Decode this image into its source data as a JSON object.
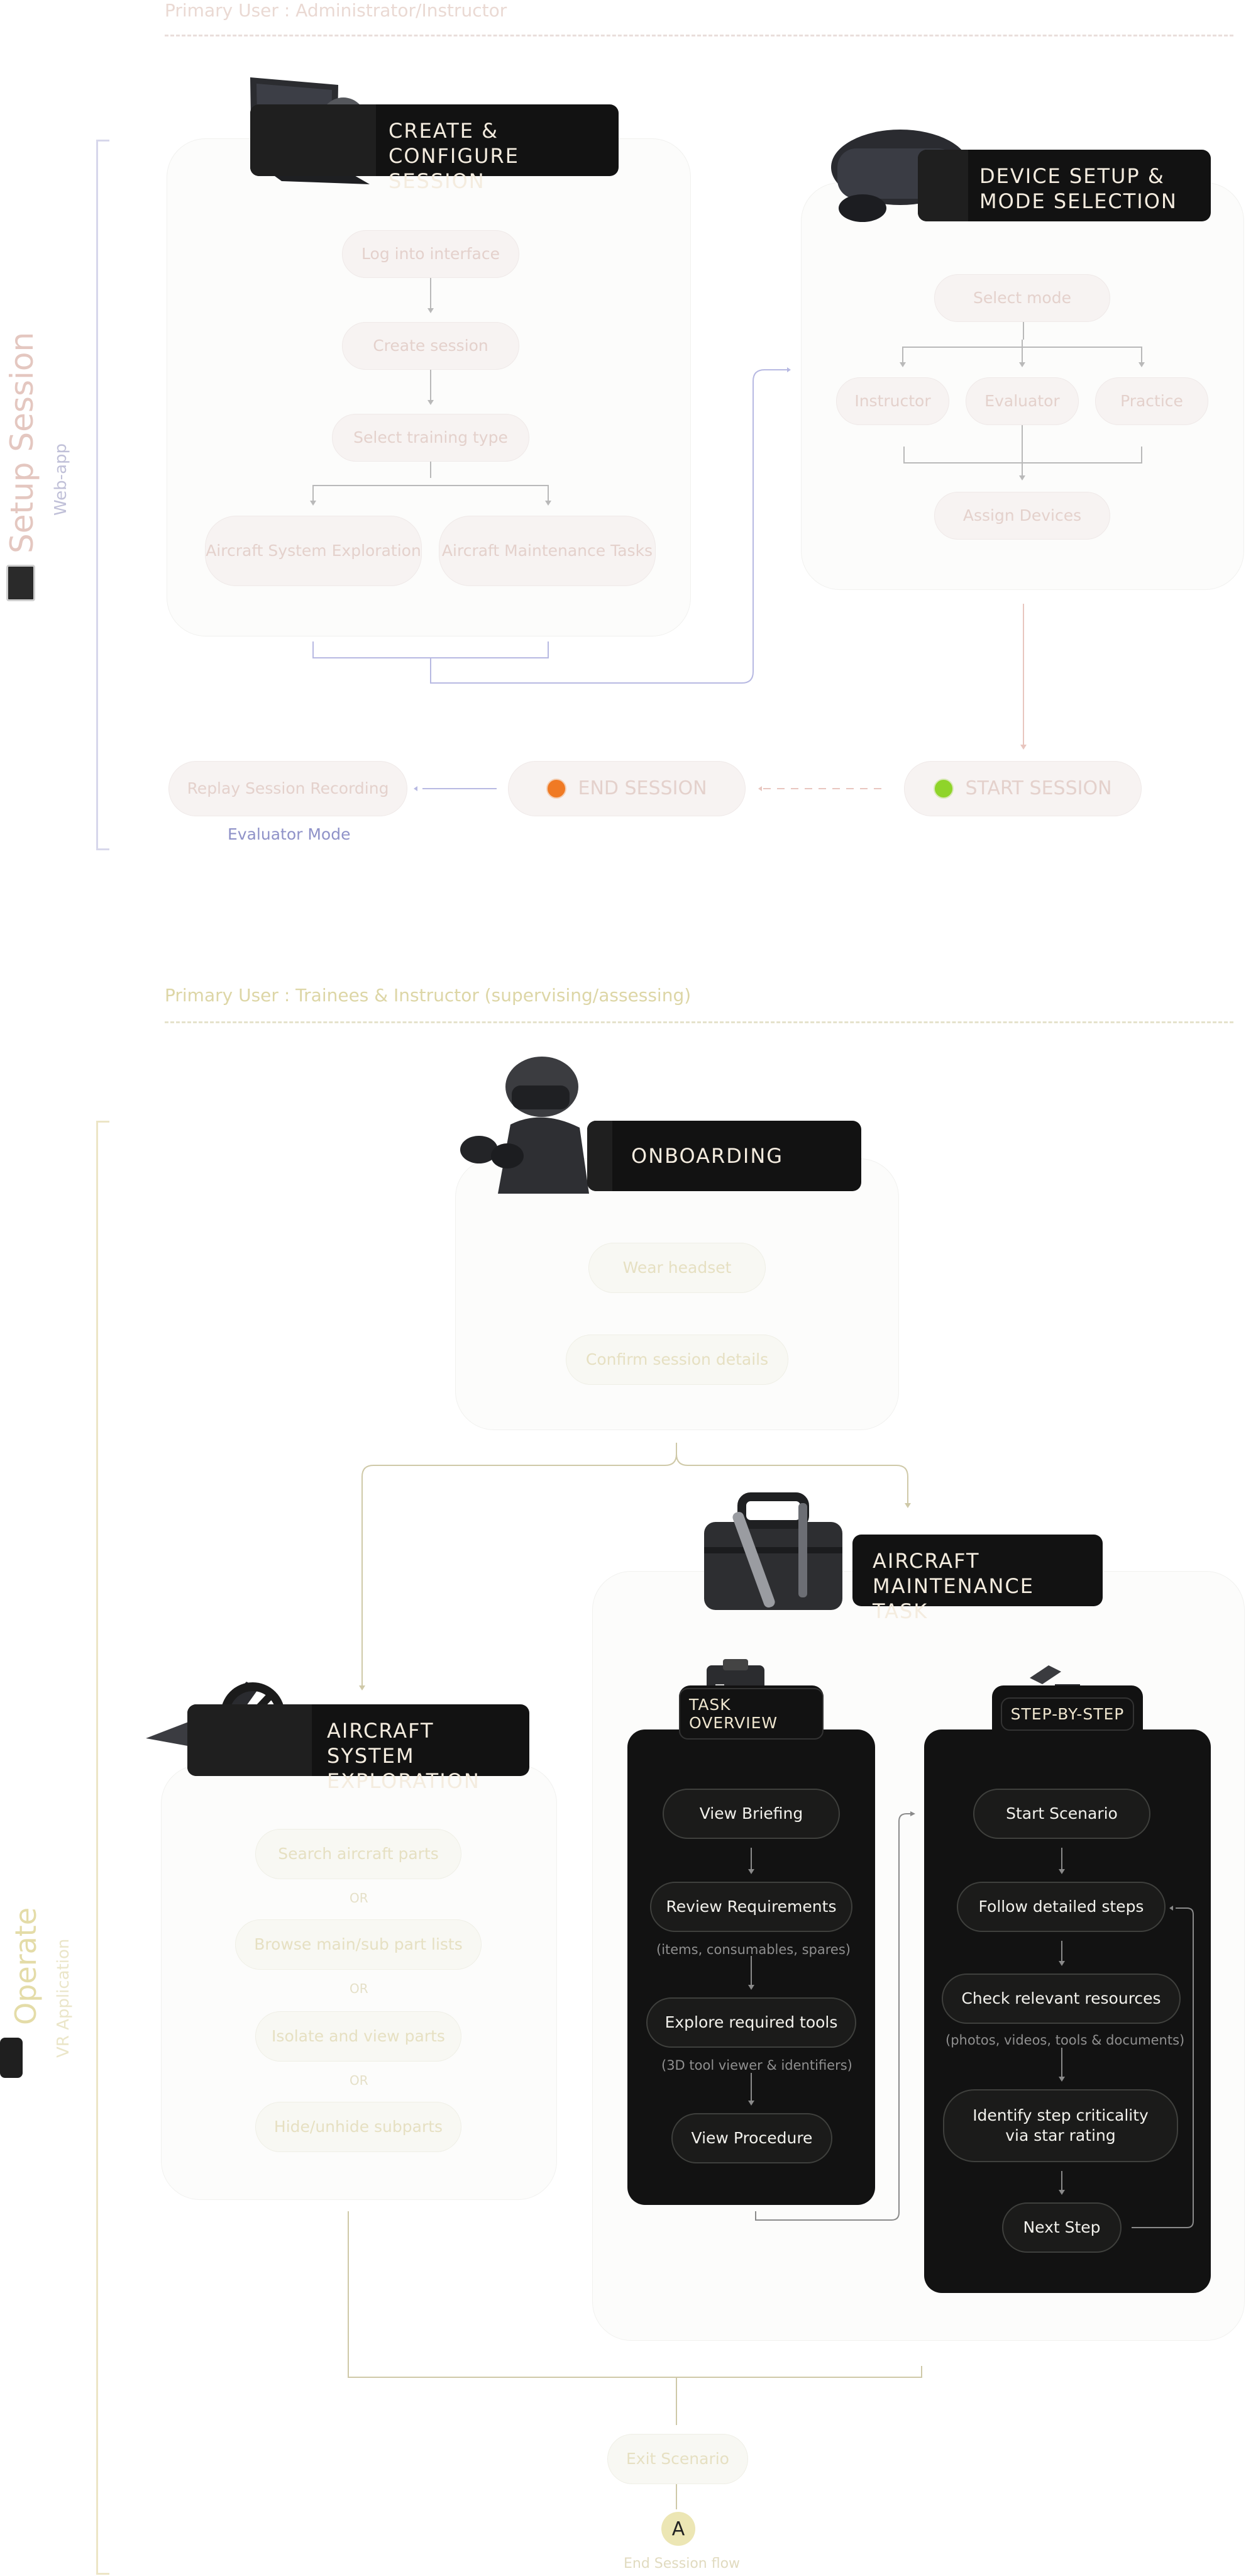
{
  "setup": {
    "primary_user": "Primary User : Administrator/Instructor",
    "section_title": "Setup Session",
    "section_subtitle": "Web-app",
    "create_label": "CREATE & CONFIGURE SESSION",
    "create_steps": [
      "Log into interface",
      "Create session",
      "Select training type"
    ],
    "training_types": [
      "Aircraft System Exploration",
      "Aircraft Maintenance Tasks"
    ],
    "device_label": "DEVICE SETUP & MODE SELECTION",
    "select_mode": "Select mode",
    "modes": [
      "Instructor",
      "Evaluator",
      "Practice"
    ],
    "assign_devices": "Assign Devices",
    "start_session": "START SESSION",
    "end_session": "END SESSION",
    "replay": "Replay Session Recording",
    "evaluator_mode": "Evaluator Mode"
  },
  "operate": {
    "primary_user": "Primary User : Trainees & Instructor (supervising/assessing)",
    "section_title": "Operate",
    "section_subtitle": "VR Application",
    "onboarding_label": "ONBOARDING",
    "onboarding_steps": [
      "Wear headset",
      "Confirm session details"
    ],
    "exploration_label": "AIRCRAFT SYSTEM EXPLORATION",
    "exploration_steps": [
      "Search aircraft parts",
      "Browse main/sub part lists",
      "Isolate and view parts",
      "Hide/unhide subparts"
    ],
    "or": "OR",
    "maintenance_label": "AIRCRAFT MAINTENANCE TASK",
    "task_overview": {
      "title": "TASK OVERVIEW",
      "steps": [
        "View Briefing",
        "Review Requirements",
        "Explore required tools",
        "View Procedure"
      ],
      "notes": [
        "(items, consumables, spares)",
        "(3D tool viewer & identifiers)"
      ]
    },
    "step_by_step": {
      "title": "STEP-BY-STEP",
      "steps": [
        "Start Scenario",
        "Follow detailed steps",
        "Check relevant resources",
        "Identify step criticality via star rating",
        "Next Step"
      ],
      "notes": [
        "(photos, videos, tools & documents)"
      ]
    },
    "exit_scenario": "Exit Scenario",
    "connector": "A",
    "end_flow": "End Session flow"
  },
  "colors": {
    "setup_accent": "#e8c6bf",
    "operate_accent": "#e6dfb3",
    "dark": "#121212",
    "start_dot": "#8fd42a",
    "end_dot": "#f07a24",
    "mode_purple": "#8f92c8"
  }
}
